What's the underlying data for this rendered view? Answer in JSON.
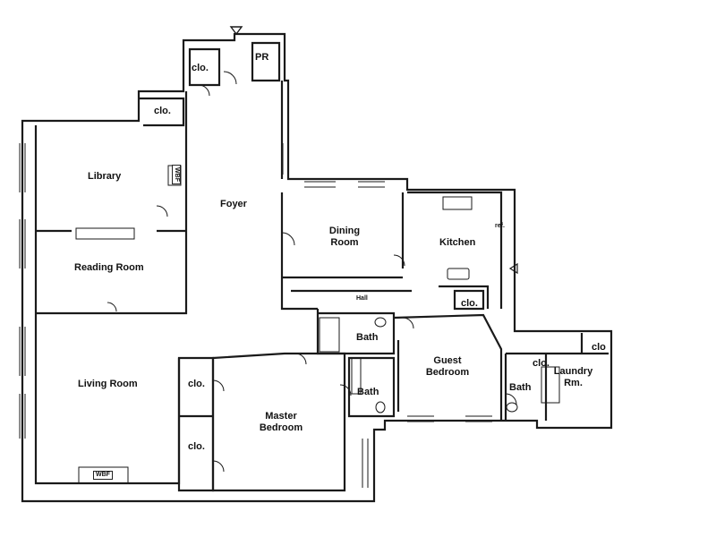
{
  "rooms": {
    "powder_room": "PR",
    "closet_foyer": "clo.",
    "closet_library": "clo.",
    "library": "Library",
    "foyer": "Foyer",
    "reading_room": "Reading Room",
    "dining_room": "Dining Room",
    "kitchen": "Kitchen",
    "refrigerator": "ref.",
    "hall": "Hall",
    "closet_kitchen": "clo.",
    "bath_hall": "Bath",
    "guest_bedroom": "Guest Bedroom",
    "closet_laundry": "clo",
    "closet_bath": "clo.",
    "laundry": "Laundry Rm.",
    "bath_guest": "Bath",
    "living_room": "Living Room",
    "closet_master_1": "clo.",
    "closet_master_2": "clo.",
    "master_bedroom": "Master Bedroom",
    "bath_master": "Bath",
    "fireplace_living": "WBF",
    "fireplace_library": "WBF"
  },
  "colors": {
    "wall": "#1a1a1a",
    "background": "#ffffff"
  }
}
